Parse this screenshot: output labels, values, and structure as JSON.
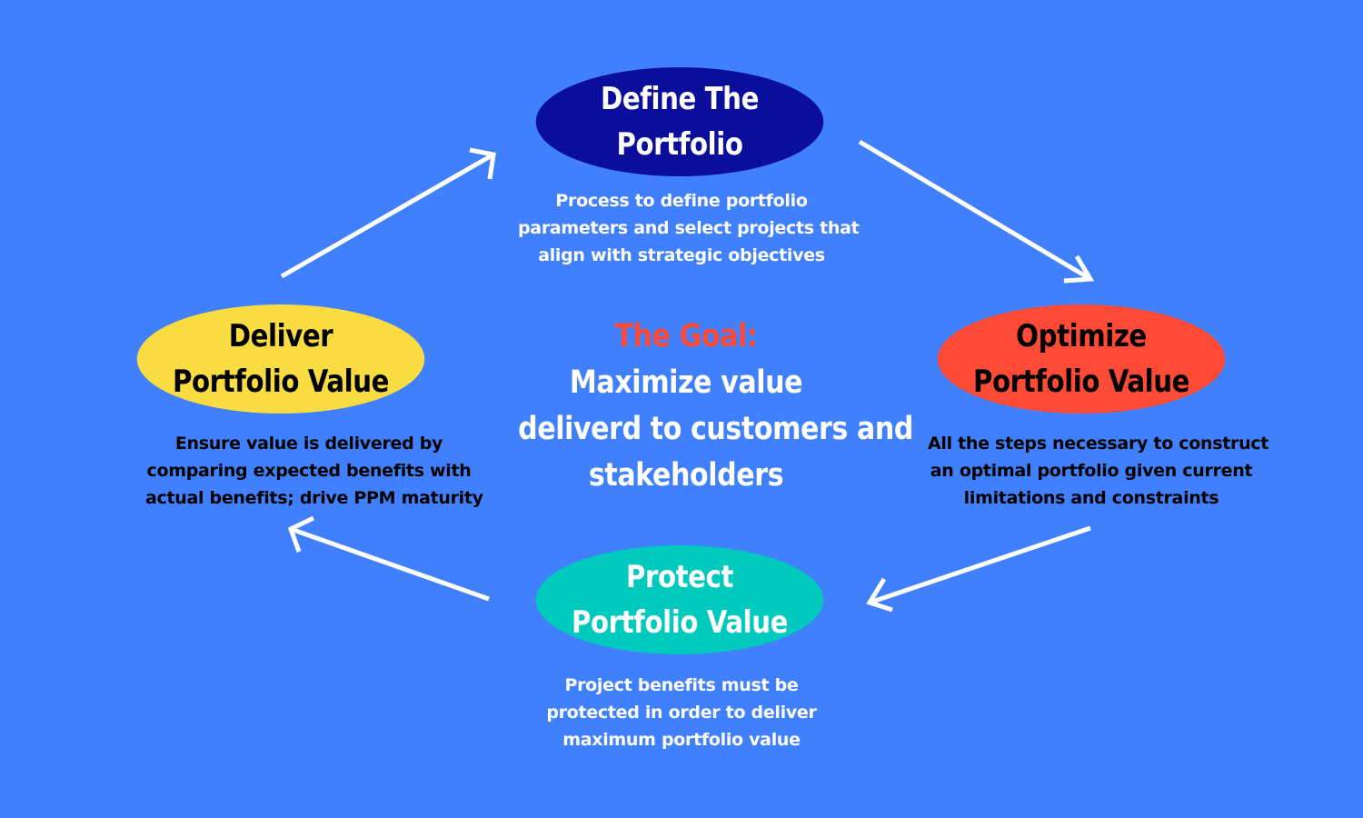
{
  "colors": {
    "background": "#4180fc",
    "define": "#0a0e9a",
    "optimize": "#fe4b37",
    "protect": "#00c9bd",
    "deliver": "#f8dc41",
    "goal_title": "#fe4b37",
    "arrows": "#ffffff"
  },
  "goal": {
    "title": "The Goal:",
    "lines": [
      "Maximize value",
      "deliverd to customers and",
      "stakeholders"
    ]
  },
  "stages": {
    "define": {
      "title_lines": [
        "Define The",
        "Portfolio"
      ],
      "description_lines": [
        "Process to define portfolio",
        "parameters and select projects that",
        "align with strategic objectives"
      ]
    },
    "optimize": {
      "title_lines": [
        "Optimize",
        "Portfolio Value"
      ],
      "description_lines": [
        "All the steps necessary to construct",
        "an optimal portfolio given current",
        "limitations and constraints"
      ]
    },
    "protect": {
      "title_lines": [
        "Protect",
        "Portfolio Value"
      ],
      "description_lines": [
        "Project benefits must be",
        "protected in order to deliver",
        "maximum portfolio value"
      ]
    },
    "deliver": {
      "title_lines": [
        "Deliver",
        "Portfolio Value"
      ],
      "description_lines": [
        "Ensure value is delivered by",
        "comparing expected benefits with",
        "actual benefits; drive PPM maturity"
      ]
    }
  }
}
